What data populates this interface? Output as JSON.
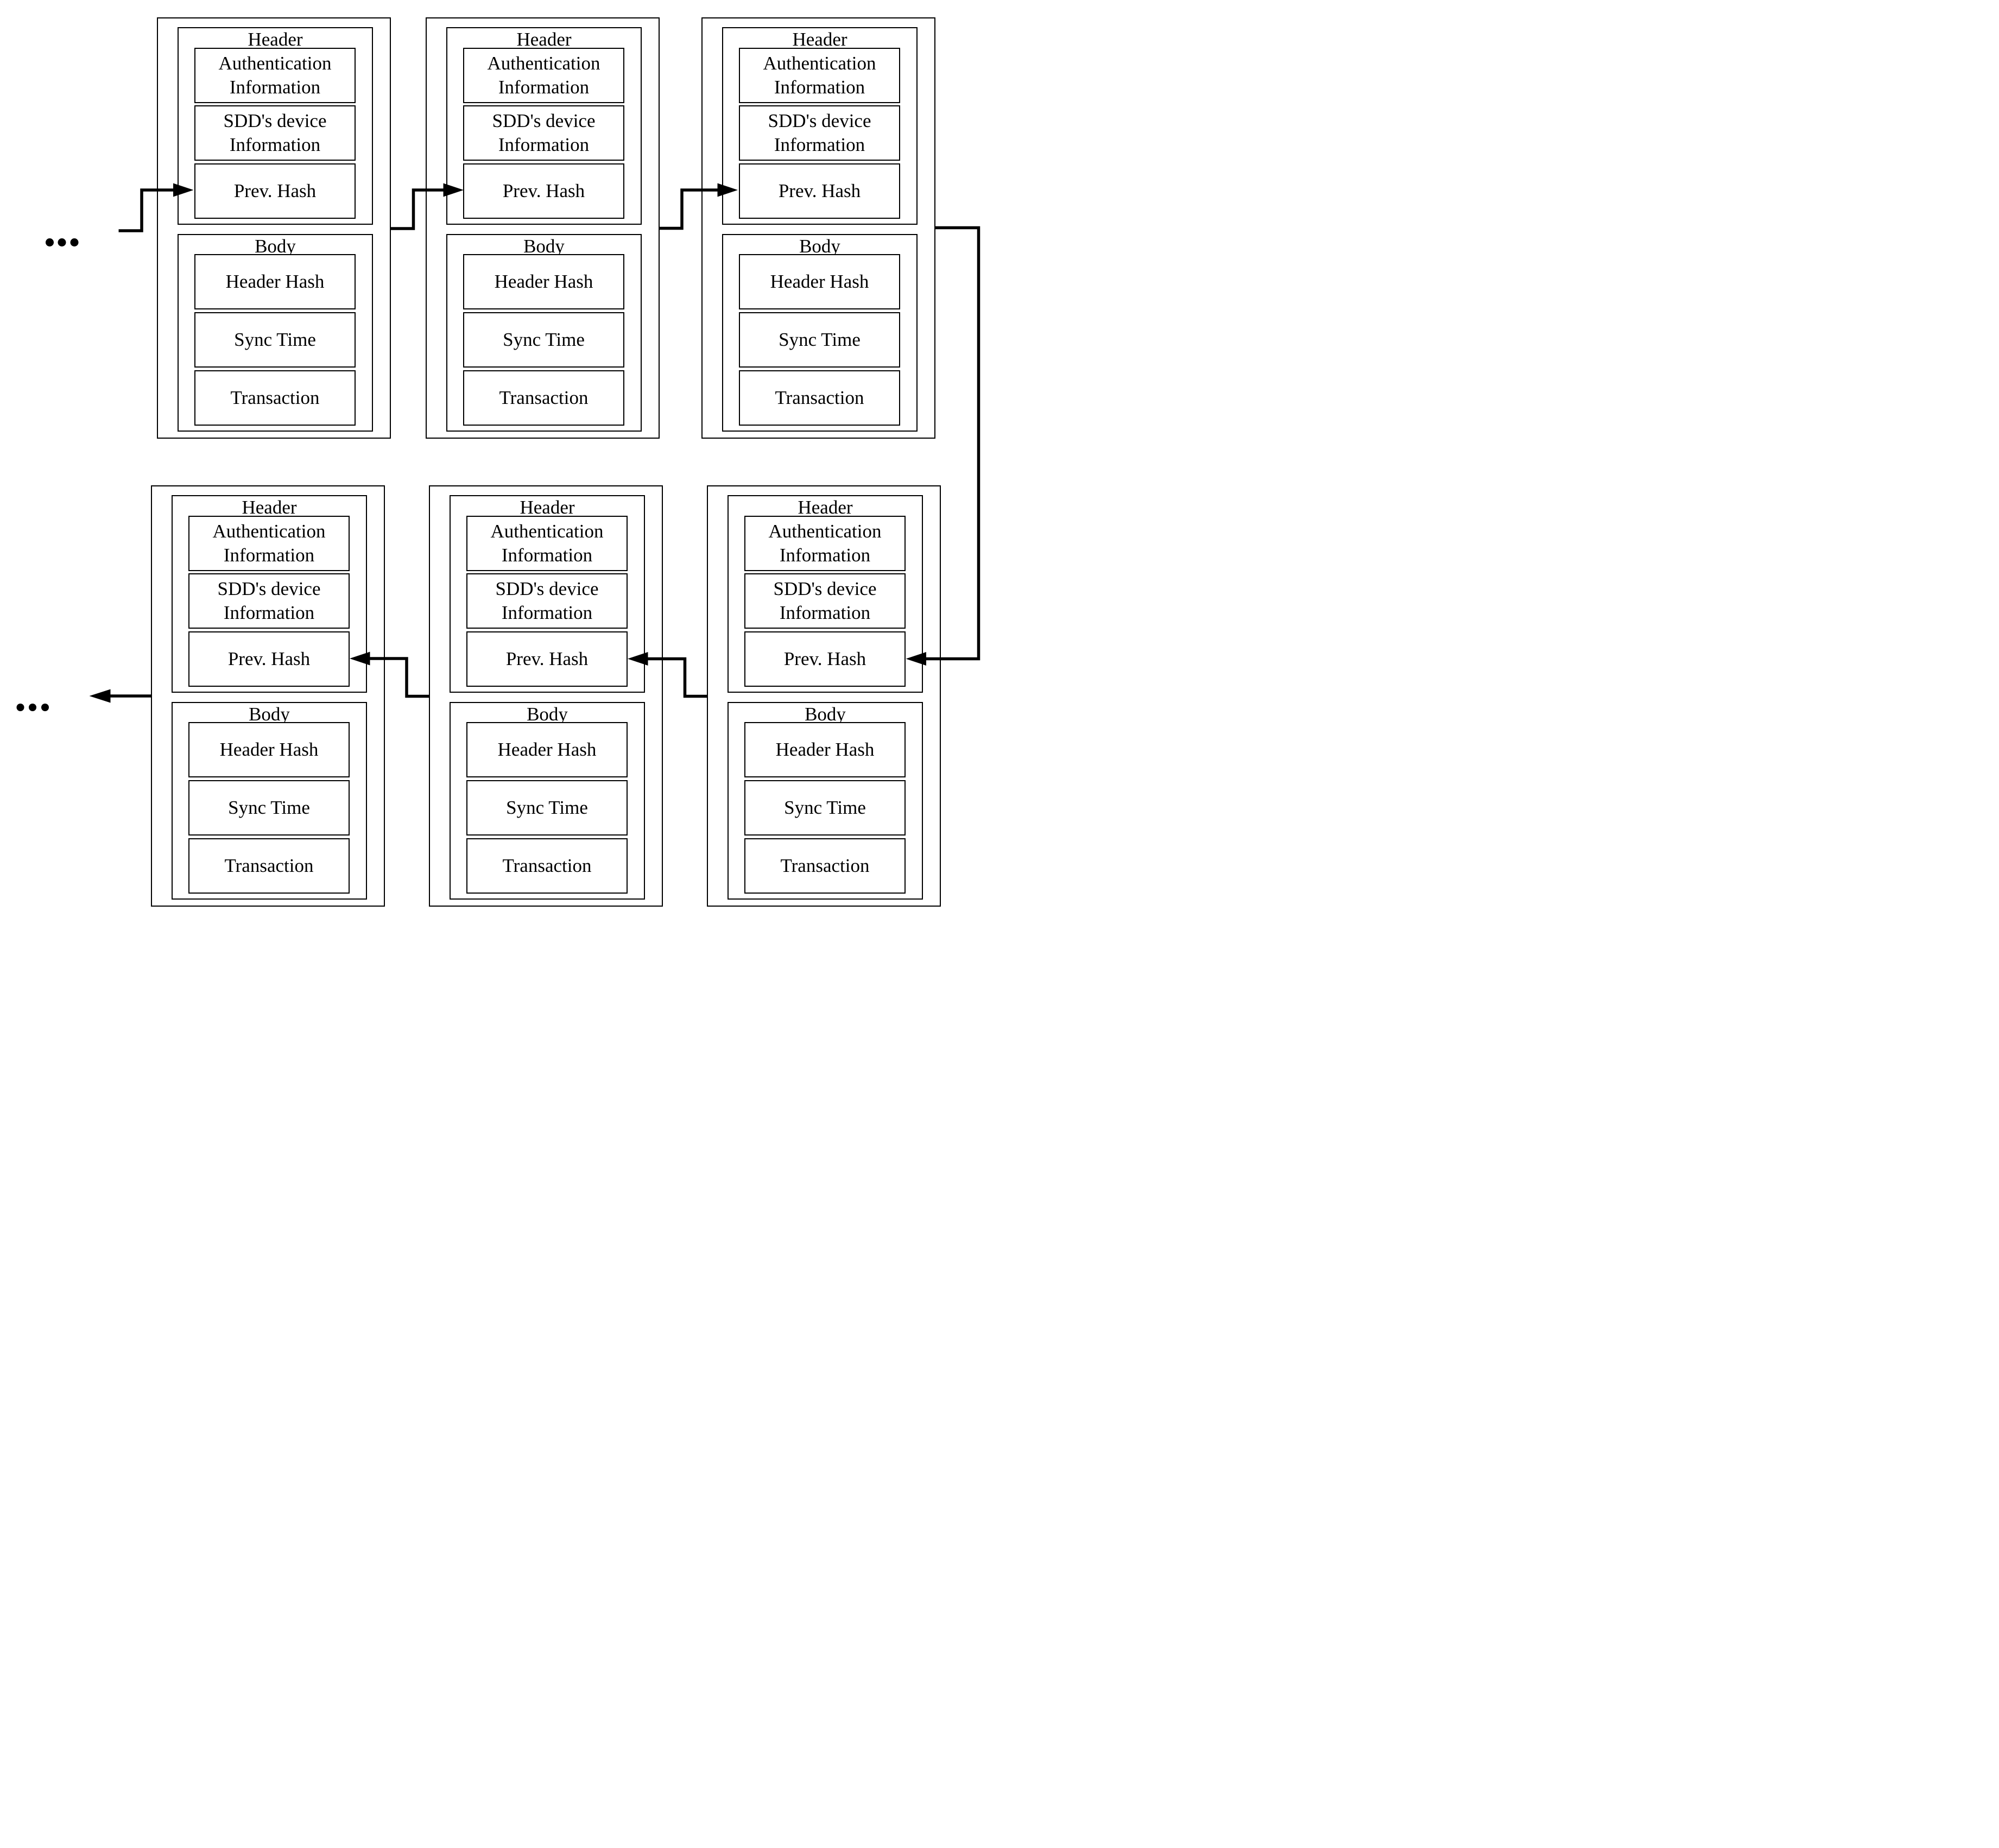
{
  "diagram": {
    "type": "blockchain-structure",
    "rows": 2,
    "columns": 3,
    "background_color": "#ffffff",
    "line_color": "#000000"
  },
  "blocks": [
    {
      "id": "block-top-left",
      "header": {
        "label": "Header",
        "items": [
          "Authentication\nInformation",
          "SDD's device\nInformation",
          "Prev. Hash"
        ]
      },
      "body": {
        "label": "Body",
        "items": [
          "Header Hash",
          "Sync Time",
          "Transaction"
        ]
      }
    },
    {
      "id": "block-top-middle",
      "header": {
        "label": "Header",
        "items": [
          "Authentication\nInformation",
          "SDD's device\nInformation",
          "Prev. Hash"
        ]
      },
      "body": {
        "label": "Body",
        "items": [
          "Header Hash",
          "Sync Time",
          "Transaction"
        ]
      }
    },
    {
      "id": "block-top-right",
      "header": {
        "label": "Header",
        "items": [
          "Authentication\nInformation",
          "SDD's device\nInformation",
          "Prev. Hash"
        ]
      },
      "body": {
        "label": "Body",
        "items": [
          "Header Hash",
          "Sync Time",
          "Transaction"
        ]
      }
    },
    {
      "id": "block-bottom-left",
      "header": {
        "label": "Header",
        "items": [
          "Authentication\nInformation",
          "SDD's device\nInformation",
          "Prev. Hash"
        ]
      },
      "body": {
        "label": "Body",
        "items": [
          "Header Hash",
          "Sync Time",
          "Transaction"
        ]
      }
    },
    {
      "id": "block-bottom-middle",
      "header": {
        "label": "Header",
        "items": [
          "Authentication\nInformation",
          "SDD's device\nInformation",
          "Prev. Hash"
        ]
      },
      "body": {
        "label": "Body",
        "items": [
          "Header Hash",
          "Sync Time",
          "Transaction"
        ]
      }
    },
    {
      "id": "block-bottom-right",
      "header": {
        "label": "Header",
        "items": [
          "Authentication\nInformation",
          "SDD's device\nInformation",
          "Prev. Hash"
        ]
      },
      "body": {
        "label": "Body",
        "items": [
          "Header Hash",
          "Sync Time",
          "Transaction"
        ]
      }
    }
  ],
  "links": [
    {
      "from": "earlier-chain",
      "to": "block-top-left",
      "into_field": "Prev. Hash",
      "direction": "right"
    },
    {
      "from": "block-top-left",
      "to": "block-top-middle",
      "into_field": "Prev. Hash",
      "direction": "right"
    },
    {
      "from": "block-top-middle",
      "to": "block-top-right",
      "into_field": "Prev. Hash",
      "direction": "right"
    },
    {
      "from": "block-top-right",
      "to": "block-bottom-right",
      "into_field": "Prev. Hash",
      "direction": "wrap-down"
    },
    {
      "from": "block-bottom-right",
      "to": "block-bottom-middle",
      "into_field": "Prev. Hash",
      "direction": "left"
    },
    {
      "from": "block-bottom-middle",
      "to": "block-bottom-left",
      "into_field": "Prev. Hash",
      "direction": "left"
    },
    {
      "from": "block-bottom-left",
      "to": "chain-continuation",
      "into_field": "",
      "direction": "left"
    }
  ],
  "continuation_markers": [
    {
      "id": "continuation-dots-top-left",
      "symbol": "..."
    },
    {
      "id": "continuation-dots-bottom-left",
      "symbol": "..."
    }
  ]
}
